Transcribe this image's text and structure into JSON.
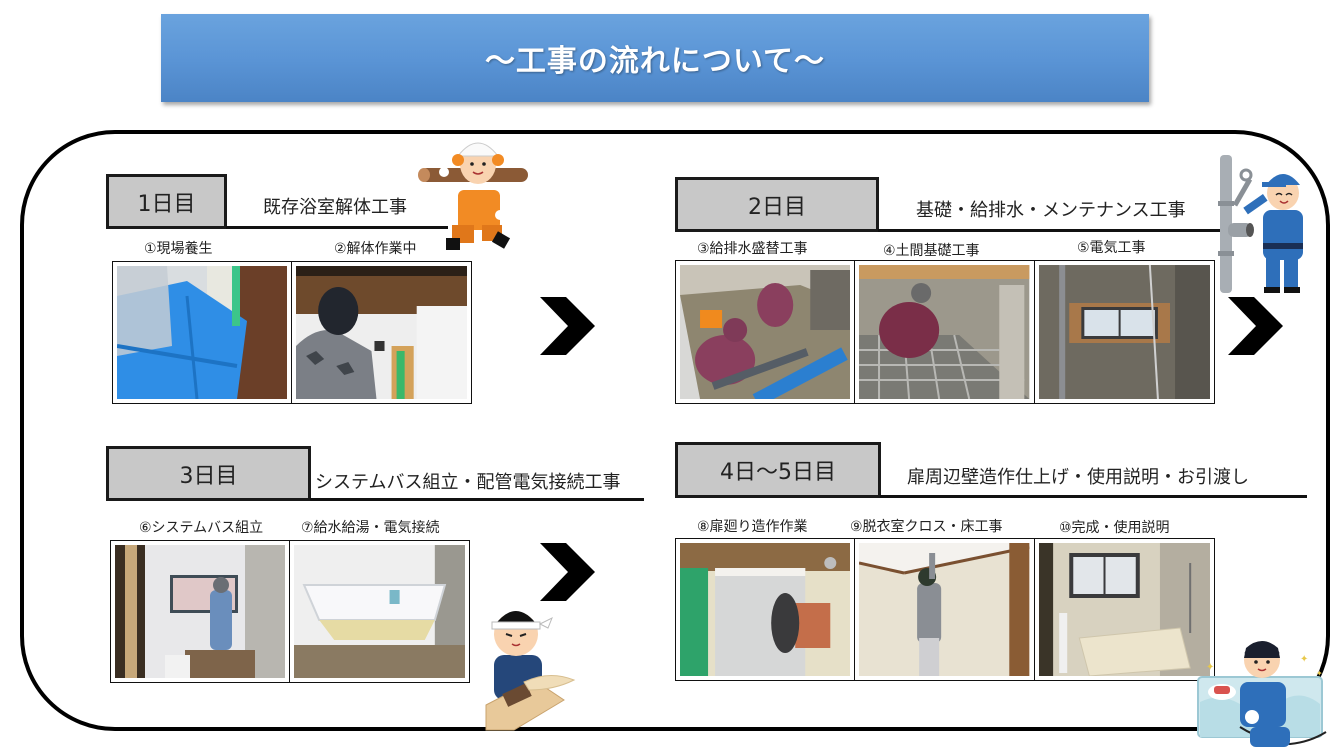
{
  "header": {
    "title": "～工事の流れについて～",
    "banner_color": "#5b95d6"
  },
  "days": [
    {
      "label": "1日目",
      "title": "既存浴室解体工事",
      "photos": [
        {
          "caption": "①現場養生",
          "scene": "blue protective sheet covering floor"
        },
        {
          "caption": "②解体作業中",
          "scene": "worker in camo jacket dismantling wall"
        }
      ]
    },
    {
      "label": "2日目",
      "title": "基礎・給排水・メンテナンス工事",
      "photos": [
        {
          "caption": "③給排水盛替工事",
          "scene": "two workers laying pipes in dirt pit"
        },
        {
          "caption": "④土間基礎工事",
          "scene": "worker smoothing concrete over rebar mesh"
        },
        {
          "caption": "⑤電気工事",
          "scene": "bare concrete room with small window"
        }
      ]
    },
    {
      "label": "3日目",
      "title": "システムバス組立・配管電気接続工事",
      "photos": [
        {
          "caption": "⑥システムバス組立",
          "scene": "worker assembling system bath by window"
        },
        {
          "caption": "⑦給水給湯・電気接続",
          "scene": "new white bathtub installed"
        }
      ]
    },
    {
      "label": "4日～5日目",
      "title": "扉周辺壁造作仕上げ・使用説明・お引渡し",
      "photos": [
        {
          "caption": "⑧扉廻り造作作業",
          "scene": "worker fitting door frame"
        },
        {
          "caption": "⑨脱衣室クロス・床工事",
          "scene": "worker applying wallpaper"
        },
        {
          "caption": "⑩完成・使用説明",
          "scene": "completed bathroom with tub"
        }
      ]
    }
  ],
  "icons": {
    "arrow": "chevron-right-icon",
    "illustrations": [
      "worker-carrying-log",
      "plumber-with-wrench",
      "carpenter-planing-wood",
      "worker-cleaning-bathtub"
    ]
  }
}
